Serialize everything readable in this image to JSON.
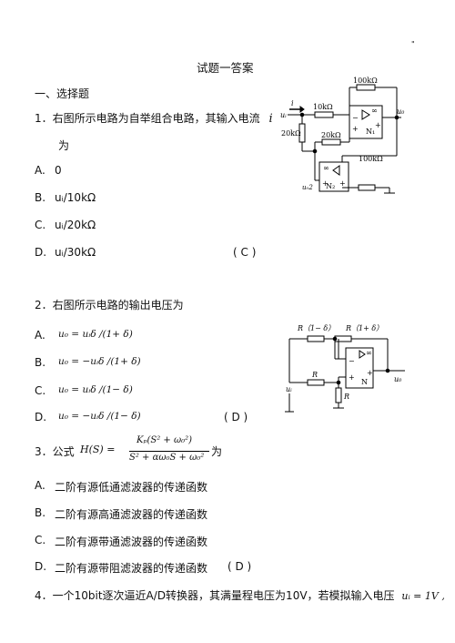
{
  "corner_mark": "\"",
  "title": "试题一答案",
  "section": "一、选择题",
  "q1": {
    "stem": "1．右图所示电路为自举组合电路，其输入电流",
    "var": "i",
    "stem2": "为",
    "options": [
      {
        "label": "A.",
        "text": "0"
      },
      {
        "label": "B.",
        "text": "uᵢ/10kΩ"
      },
      {
        "label": "C.",
        "text": "uᵢ/20kΩ"
      },
      {
        "label": "D.",
        "text": "uᵢ/30kΩ"
      }
    ],
    "answer": "(    C    )",
    "circuit": {
      "r_top": "100kΩ",
      "r_in": "10kΩ",
      "r_shunt": "20kΩ",
      "r_mid": "20kΩ",
      "r_bot": "100kΩ",
      "amp1": "N₁",
      "amp2": "N₂",
      "in": "uᵢ",
      "out": "u₀",
      "cur": "i",
      "inf": "∞",
      "uo2": "u₀2"
    }
  },
  "q2": {
    "stem": "2．右图所示电路的输出电压为",
    "options": [
      {
        "label": "A.",
        "text": "u₀ = uᵢδ /(1+ δ)"
      },
      {
        "label": "B.",
        "text": "u₀ = −uᵢδ /(1+ δ)"
      },
      {
        "label": "C.",
        "text": "u₀ = uᵢδ /(1− δ)"
      },
      {
        "label": "D.",
        "text": "u₀ = −uᵢδ /(1− δ)"
      }
    ],
    "answer": "(    D    )",
    "circuit": {
      "r1": "R（1− δ）",
      "r2": "R（1+ δ）",
      "r3": "R",
      "r4": "R",
      "amp": "N",
      "in": "uᵢ",
      "out": "u₀",
      "inf": "∞"
    }
  },
  "q3": {
    "stem_prefix": "3．公式",
    "formula_lhs": "H(S) =",
    "formula_num": "Kₚ(S² + ω₀²)",
    "formula_den": "S² + αω₀S + ω₀²",
    "stem_suffix": "为",
    "options": [
      {
        "label": "A.",
        "text": "二阶有源低通滤波器的传递函数"
      },
      {
        "label": "B.",
        "text": "二阶有源高通滤波器的传递函数"
      },
      {
        "label": "C.",
        "text": "二阶有源带通滤波器的传递函数"
      },
      {
        "label": "D.",
        "text": "二阶有源带阻滤波器的传递函数"
      }
    ],
    "answer": "(    D    )"
  },
  "q4": {
    "stem": "4．一个10bit逐次逼近A/D转换器，其满量程电压为10V，若模拟输入电压",
    "tail": "uᵢ = 1V ,"
  }
}
